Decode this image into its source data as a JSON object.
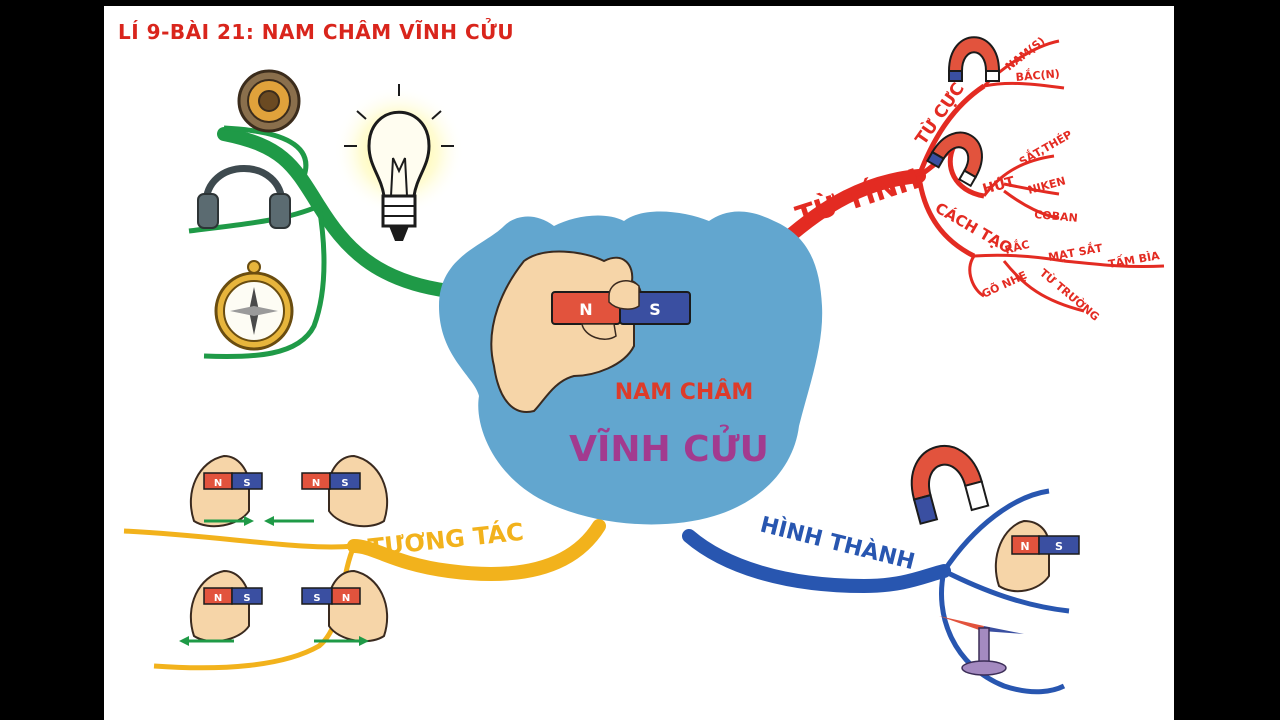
{
  "title": "LÍ 9-BÀI 21: NAM CHÂM VĨNH CỬU",
  "center": {
    "line1": "NAM CHÂM",
    "line2": "VĨNH CỬU",
    "magnet_n": "N",
    "magnet_s": "S"
  },
  "branches": {
    "tu_tinh": {
      "label": "TỪ TÍNH",
      "tu_cuc": {
        "label": "TỪ CỰC",
        "items": [
          "NAM(S)",
          "BẮC(N)"
        ]
      },
      "hut": {
        "label": "HÚT",
        "items": [
          "SẮT,THÉP",
          "NIKEN",
          "COBAN"
        ]
      },
      "cach_tao": {
        "label": "CÁCH TẠO",
        "items": [
          "RẮC",
          "MẠT SẮT",
          "TẤM BÌA",
          "GÕ NHẸ",
          "TỪ TRƯỜNG"
        ]
      }
    },
    "tuong_tac": {
      "label": "TƯƠNG TÁC"
    },
    "hinh_thanh": {
      "label": "HÌNH THÀNH"
    }
  },
  "magnet_labels": {
    "n": "N",
    "s": "S"
  },
  "colors": {
    "title": "#d9251c",
    "red_branch": "#e32b22",
    "green_branch": "#1f9a47",
    "yellow_branch": "#f2b21c",
    "blue_branch": "#2856b0",
    "center_blob": "#62a6cf",
    "center_text_red": "#dd3b2a",
    "center_text_purple": "#a23b8f",
    "magnet_red": "#e2533d",
    "magnet_blue": "#3a4fa1"
  }
}
